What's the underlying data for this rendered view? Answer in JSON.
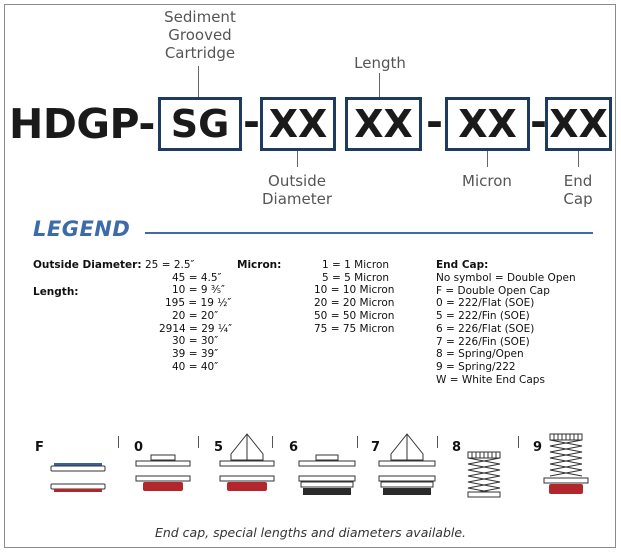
{
  "part_code": {
    "prefix": "HDGP",
    "dash": "-",
    "segments": [
      "SG",
      "XX",
      "XX",
      "XX",
      "XX"
    ],
    "labels": {
      "type": [
        "Sediment",
        "Grooved",
        "Cartridge"
      ],
      "length": [
        "Length"
      ],
      "diameter": [
        "Outside",
        "Diameter"
      ],
      "micron": [
        "Micron"
      ],
      "end_cap": [
        "End",
        "Cap"
      ]
    }
  },
  "legend": {
    "title": "LEGEND",
    "outside_diameter": {
      "label": "Outside Diameter:",
      "values": [
        "25 = 2.5″",
        "45 = 4.5″"
      ]
    },
    "length": {
      "label": "Length:",
      "values": [
        "10 = 9 ⅗″",
        "195 = 19 ½″",
        "20 = 20″",
        "2914 = 29 ¼″",
        "30 = 30″",
        "39 = 39″",
        "40 = 40″"
      ]
    },
    "micron": {
      "label": "Micron:",
      "values": [
        "1 = 1  Micron",
        "5 = 5  Micron",
        "10 = 10 Micron",
        "20 = 20 Micron",
        "50 = 50 Micron",
        "75 = 75 Micron"
      ]
    },
    "end_cap": {
      "label": "End Cap:",
      "values": [
        "No symbol = Double Open",
        "F = Double Open Cap",
        "0 = 222/Flat (SOE)",
        "5 = 222/Fin (SOE)",
        "6 = 226/Flat (SOE)",
        "7 = 226/Fin (SOE)",
        "8 = Spring/Open",
        "9 = Spring/222",
        "W = White End Caps"
      ]
    }
  },
  "end_cap_icons": [
    {
      "label": "F",
      "style": "double-open"
    },
    {
      "label": "0",
      "style": "222-flat"
    },
    {
      "label": "5",
      "style": "222-fin"
    },
    {
      "label": "6",
      "style": "226-flat"
    },
    {
      "label": "7",
      "style": "226-fin"
    },
    {
      "label": "8",
      "style": "spring-open"
    },
    {
      "label": "9",
      "style": "spring-222"
    }
  ],
  "footnote": "End cap, special lengths and diameters available.",
  "colors": {
    "box_border": "#1e3a5f",
    "legend_blue": "#3d6aa8",
    "cap_red": "#b3262b",
    "cap_blue": "#3a5f9a"
  }
}
